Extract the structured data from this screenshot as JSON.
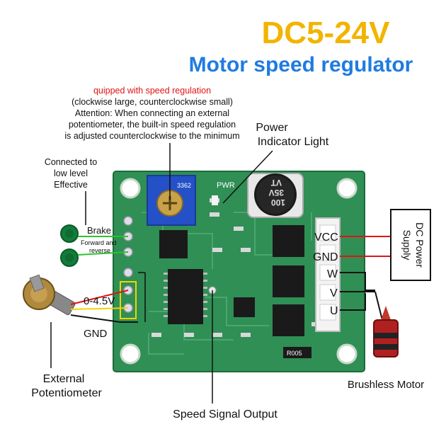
{
  "header": {
    "voltage": "DC5-24V",
    "subtitle": "Motor speed regulator"
  },
  "note": {
    "line1": "quipped with speed regulation",
    "line2": "(clockwise large, counterclockwise small)",
    "line3": "Attention: When connecting an external",
    "line4": "potentiometer, the built-in speed regulation",
    "line5": "is adjusted counterclockwise to the minimum"
  },
  "labels": {
    "power_indicator_1": "Power",
    "power_indicator_2": "Indicator Light",
    "low_level_1": "Connected to",
    "low_level_2": "low level",
    "low_level_3": "Effective",
    "brake": "Brake",
    "forward_reverse_1": "Forward and",
    "forward_reverse_2": "reverse",
    "voltage_range": "0-4.5V",
    "gnd_left": "GND",
    "external_pot_1": "External",
    "external_pot_2": "Potentiometer",
    "speed_signal": "Speed Signal Output",
    "brushless_motor": "Brushless Motor",
    "vcc": "VCC",
    "gnd_right": "GND",
    "w": "W",
    "v": "V",
    "u": "U",
    "dc_power_1": "DC Power",
    "dc_power_2": "Supply"
  },
  "board_text": {
    "pwr": "PWR",
    "cap_1": "100",
    "cap_2": "35V",
    "cap_3": "VT",
    "pot_code": "3362",
    "r005": "R005"
  },
  "colors": {
    "title_yellow": "#f2b400",
    "title_blue": "#1f7be0",
    "pcb_green": "#2f8f55",
    "wire_red": "#e01414",
    "wire_green": "#2bc42b",
    "wire_yellow": "#f0d400"
  }
}
